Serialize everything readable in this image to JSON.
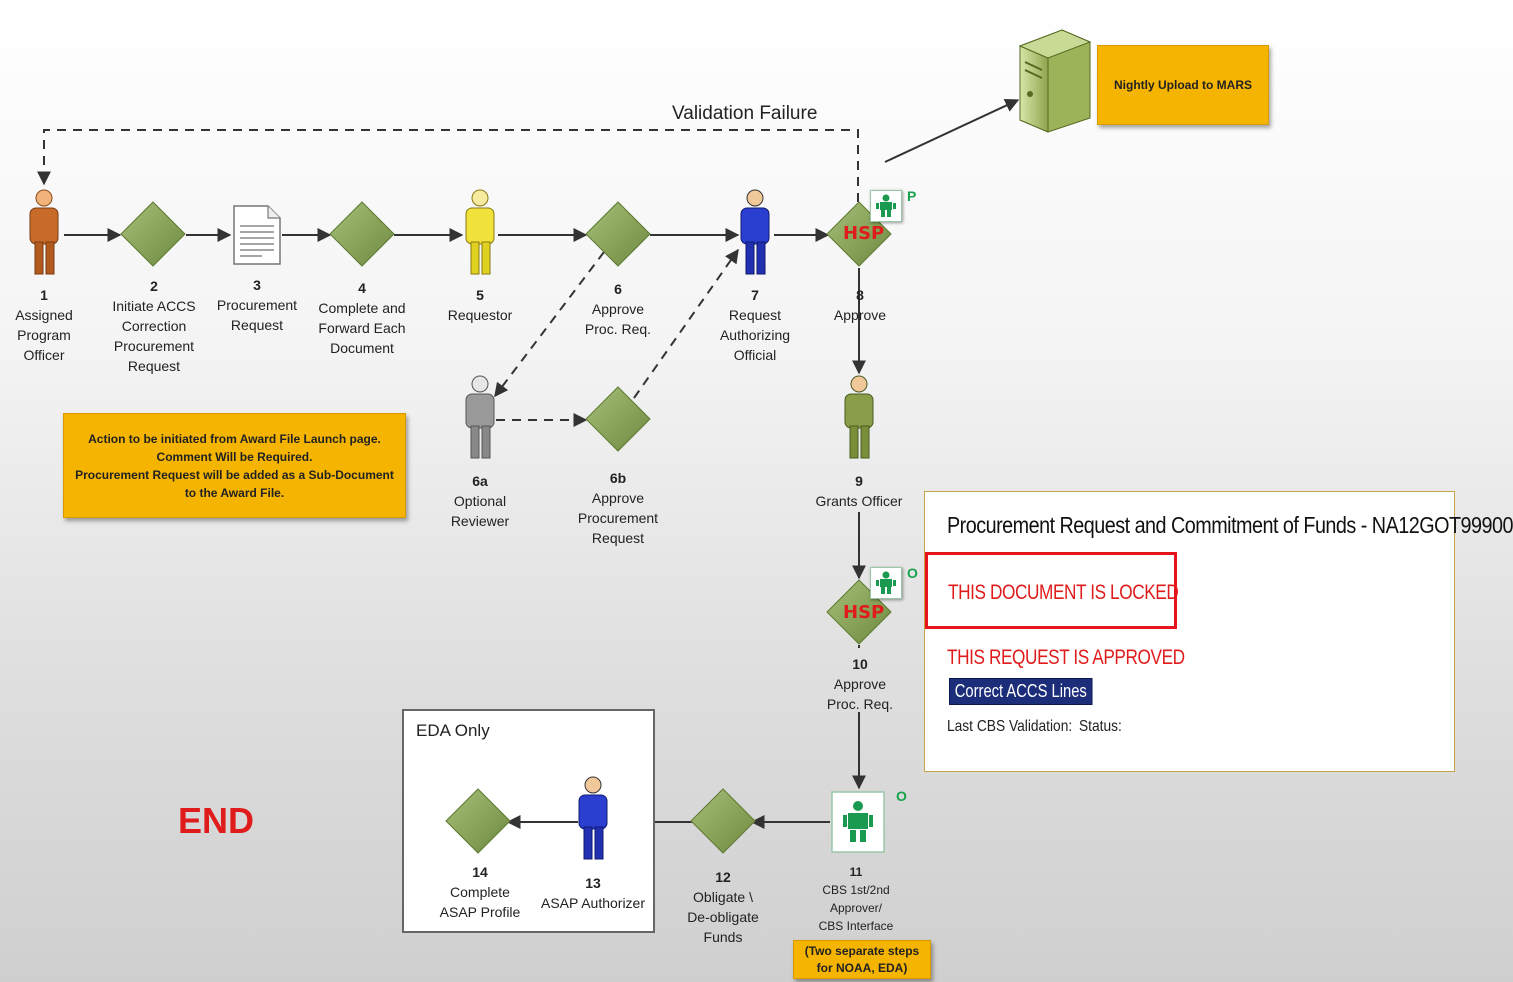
{
  "colors": {
    "accent_red": "#e01b1b",
    "note_yellow": "#f5b400",
    "diamond_green": "#8aa65a",
    "button_navy": "#1c2e7a",
    "role_green": "#17a34a"
  },
  "validation_failure": "Validation Failure",
  "mars_note": "Nightly Upload to MARS",
  "server_icon": "server-icon",
  "action_note": "Action to be initiated from Award File Launch page.\nComment Will be Required.\nProcurement Request will be added as a Sub-Document to the Award File.",
  "steps": {
    "s1": {
      "num": "1",
      "label": "Assigned\nProgram\nOfficer",
      "icon": "person-orange-icon"
    },
    "s2": {
      "num": "2",
      "label": "Initiate ACCS\nCorrection\nProcurement\nRequest",
      "icon": "decision-diamond-icon"
    },
    "s3": {
      "num": "3",
      "label": "Procurement\nRequest",
      "icon": "document-icon"
    },
    "s4": {
      "num": "4",
      "label": "Complete and\nForward Each\nDocument",
      "icon": "decision-diamond-icon"
    },
    "s5": {
      "num": "5",
      "label": "Requestor",
      "icon": "person-yellow-icon"
    },
    "s6": {
      "num": "6",
      "label": "Approve\nProc. Req.",
      "icon": "decision-diamond-icon"
    },
    "s6a": {
      "num": "6a",
      "label": "Optional\nReviewer",
      "icon": "person-gray-icon"
    },
    "s6b": {
      "num": "6b",
      "label": "Approve\nProcurement\nRequest",
      "icon": "decision-diamond-icon"
    },
    "s7": {
      "num": "7",
      "label": "Request\nAuthorizing\nOfficial",
      "icon": "person-blue-icon"
    },
    "s8": {
      "num": "8",
      "label": "Approve",
      "icon": "decision-diamond-icon"
    },
    "s9": {
      "num": "9",
      "label": "Grants Officer",
      "icon": "person-green-icon"
    },
    "s10": {
      "num": "10",
      "label": "Approve\nProc. Req.",
      "icon": "decision-diamond-icon"
    },
    "s11": {
      "num": "11",
      "label": "CBS 1st/2nd\nApprover/\nCBS Interface",
      "icon": "role-badge-icon"
    },
    "s12": {
      "num": "12",
      "label": "Obligate \\\nDe-obligate\nFunds",
      "icon": "decision-diamond-icon"
    },
    "s13": {
      "num": "13",
      "label": "ASAP Authorizer",
      "icon": "person-blue-icon"
    },
    "s14": {
      "num": "14",
      "label": "Complete\nASAP Profile",
      "icon": "decision-diamond-icon"
    }
  },
  "hsp": "HSP",
  "role_p": "P",
  "role_o": "O",
  "cbs_note": "(Two separate steps\nfor NOAA, EDA)",
  "eda_title": "EDA Only",
  "end_label": "END",
  "doc_panel": {
    "title": "Procurement Request and Commitment of Funds - NA12GOT99900",
    "locked": "THIS DOCUMENT IS LOCKED",
    "approved": "THIS REQUEST IS APPROVED",
    "button": "Correct ACCS Lines",
    "last_validation": "Last CBS Validation:",
    "status": "Status:"
  }
}
